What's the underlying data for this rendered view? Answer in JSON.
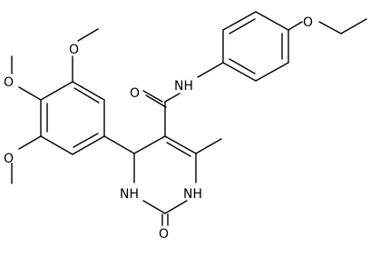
{
  "structure": {
    "atoms": [
      {
        "id": "a1",
        "symbol": "O"
      },
      {
        "id": "a2",
        "symbol": "O"
      },
      {
        "id": "a3",
        "symbol": "O"
      },
      {
        "id": "a4",
        "symbol": "O"
      },
      {
        "id": "a5",
        "symbol": "O"
      },
      {
        "id": "a6",
        "symbol": "NH"
      },
      {
        "id": "a7",
        "symbol": "O"
      },
      {
        "id": "a8",
        "symbol": "NH"
      },
      {
        "id": "a9",
        "symbol": "NH"
      }
    ],
    "colors": {
      "bond": "#000000",
      "label": "#000000",
      "background": "#ffffff"
    }
  }
}
